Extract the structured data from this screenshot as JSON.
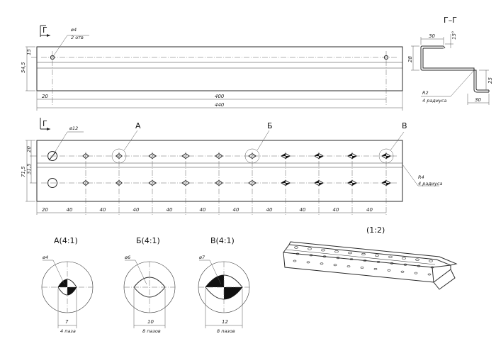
{
  "top_view": {
    "section_mark": "Г",
    "hole_note": "ø4",
    "hole_count_note": "2 отв",
    "dim_height": "54,5",
    "dim_upper": "15",
    "dim_offset": "20",
    "dim_hole_span": "400",
    "dim_overall": "440"
  },
  "section_view": {
    "title": "Г–Г",
    "dim_flange_top": "30",
    "dim_angle": "15°",
    "dim_height_left": "28",
    "dim_height_right": "25",
    "dim_flange_bottom": "30",
    "radius_note": "R2",
    "radius_count": "4 радиуса"
  },
  "front_view": {
    "section_mark": "Г",
    "big_hole": "ø12",
    "callout_a": "А",
    "callout_b": "Б",
    "callout_v": "В",
    "dim_height": "71,5",
    "dim_top": "20",
    "dim_middle": "31,5",
    "dim_offset": "20",
    "pitch_labels": [
      "40",
      "40",
      "40",
      "40",
      "40",
      "40",
      "40",
      "40",
      "40",
      "40"
    ],
    "radius_note": "R4",
    "radius_count": "4 радиуса"
  },
  "details": [
    {
      "title": "А(4:1)",
      "hole_note": "ø4",
      "width": "7",
      "count": "4 паза"
    },
    {
      "title": "Б(4:1)",
      "hole_note": "ø6",
      "width": "10",
      "count": "8 пазов"
    },
    {
      "title": "В(4:1)",
      "hole_note": "ø7",
      "width": "12",
      "count": "8 пазов"
    }
  ],
  "iso_view": {
    "scale": "(1:2)"
  }
}
